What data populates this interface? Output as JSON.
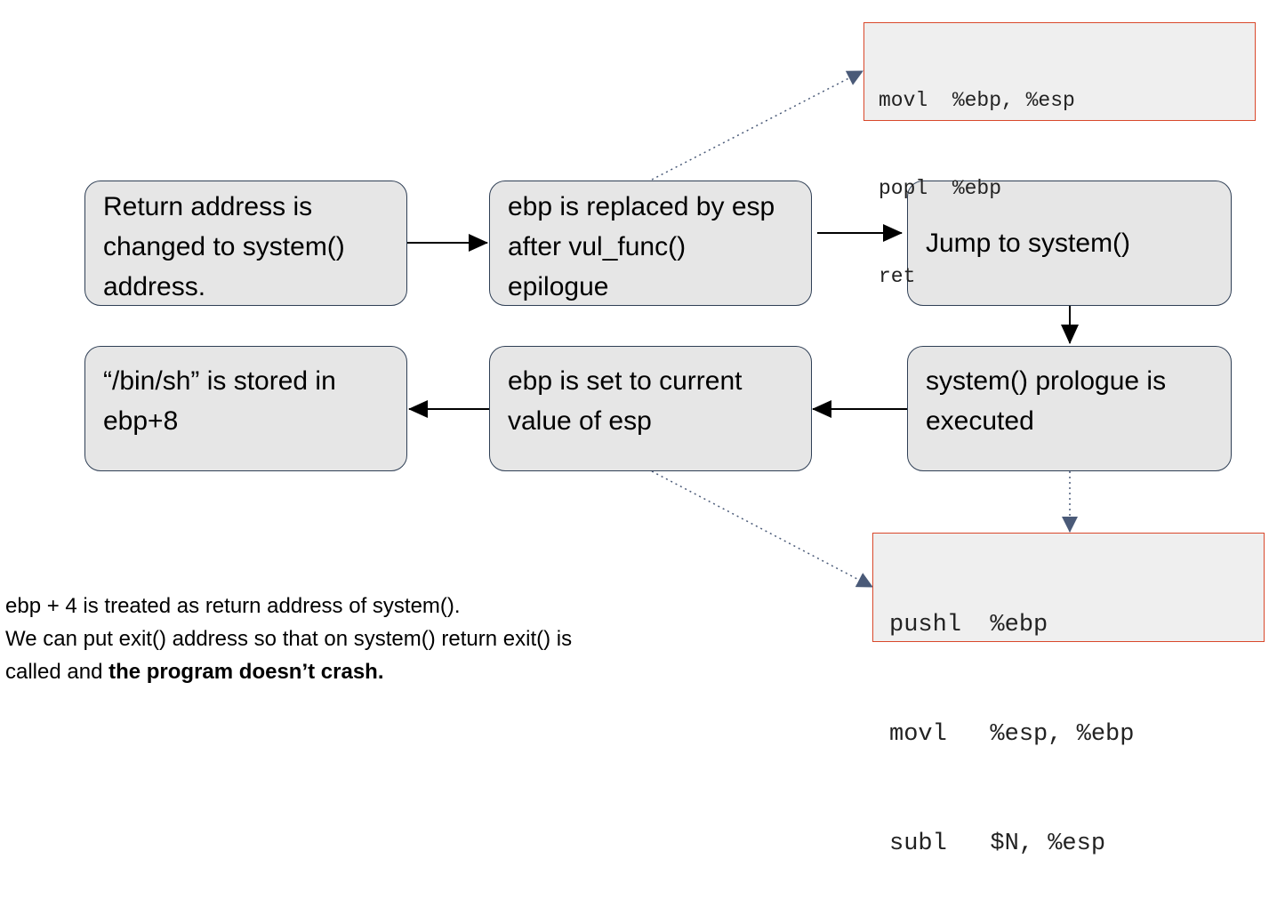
{
  "nodes": {
    "return_address": "Return address is changed to system() address.",
    "ebp_replaced": "ebp is replaced by esp after vul_func() epilogue",
    "jump_system": "Jump to system()",
    "prologue_executed": "system() prologue is executed",
    "ebp_set": "ebp is set to current value of esp",
    "binsh_stored": "“/bin/sh” is stored in ebp+8"
  },
  "epilogue_code": [
    "movl  %ebp, %esp",
    "popl  %ebp",
    "ret"
  ],
  "prologue_code": [
    "pushl  %ebp",
    "movl   %esp, %ebp",
    "subl   $N, %esp"
  ],
  "note": {
    "line1": "ebp + 4 is treated as return address of system().",
    "line2": "We can put exit() address so that on system() return exit() is",
    "line3_prefix": "called and ",
    "line3_bold": "the program doesn’t crash."
  },
  "colors": {
    "node_fill": "#e6e6e6",
    "node_border": "#2f3f55",
    "code_border": "#d9482b",
    "dotted_arrow": "#4a5a78"
  }
}
